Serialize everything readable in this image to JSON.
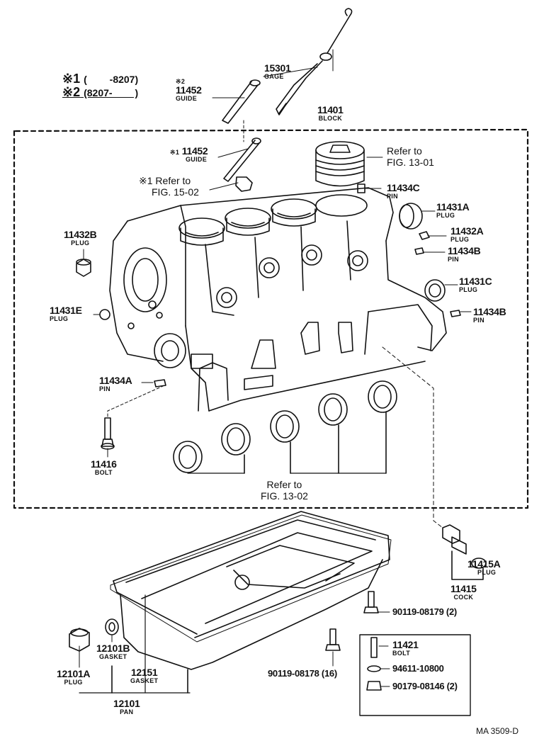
{
  "legend": {
    "mark1": "※1",
    "mark1_text": "(　　 -8207)",
    "mark2": "※2",
    "mark2_text": "(8207-　　 )"
  },
  "parts": {
    "p15301": {
      "num": "15301",
      "name": "GAGE"
    },
    "p11452_top": {
      "mark": "※2",
      "num": "11452",
      "name": "GUIDE"
    },
    "p11401": {
      "num": "11401",
      "name": "BLOCK"
    },
    "p11452_in": {
      "mark": "※1",
      "num": "11452",
      "name": "GUIDE"
    },
    "ref_15": {
      "mark": "※1",
      "line1": "Refer to",
      "line2": "FIG. 15-02"
    },
    "ref_1301": {
      "line1": "Refer to",
      "line2": "FIG. 13-01"
    },
    "p11434C": {
      "num": "11434C",
      "name": "PIN"
    },
    "p11431A": {
      "num": "11431A",
      "name": "PLUG"
    },
    "p11432A": {
      "num": "11432A",
      "name": "PLUG"
    },
    "p11434B_1": {
      "num": "11434B",
      "name": "PIN"
    },
    "p11431C": {
      "num": "11431C",
      "name": "PLUG"
    },
    "p11434B_2": {
      "num": "11434B",
      "name": "PIN"
    },
    "p11432B": {
      "num": "11432B",
      "name": "PLUG"
    },
    "p11431E": {
      "num": "11431E",
      "name": "PLUG"
    },
    "p11434A": {
      "num": "11434A",
      "name": "PIN"
    },
    "p11416": {
      "num": "11416",
      "name": "BOLT"
    },
    "ref_1302": {
      "line1": "Refer to",
      "line2": "FIG. 13-02"
    },
    "p11415A": {
      "num": "11415A",
      "name": "PLUG"
    },
    "p11415": {
      "num": "11415",
      "name": "COCK"
    },
    "p90119_08179": {
      "num": "90119-08179 (2)"
    },
    "p12101B": {
      "num": "12101B",
      "name": "GASKET"
    },
    "p12151": {
      "num": "12151",
      "name": "GASKET"
    },
    "p12101A": {
      "num": "12101A",
      "name": "PLUG"
    },
    "p12101": {
      "num": "12101",
      "name": "PAN"
    },
    "p90119_08178": {
      "num": "90119-08178 (16)"
    },
    "p11421": {
      "num": "11421",
      "name": "BOLT"
    },
    "p94611": {
      "num": "94611-10800"
    },
    "p90179": {
      "num": "90179-08146 (2)"
    }
  },
  "code": "MA 3509-D"
}
